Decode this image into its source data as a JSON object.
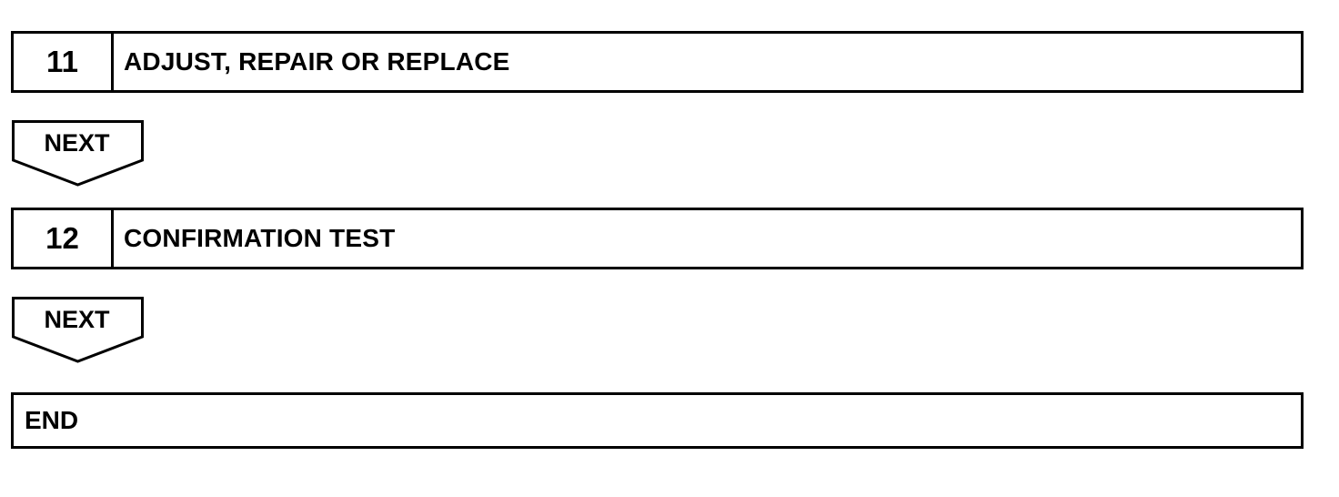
{
  "steps": [
    {
      "number": "11",
      "title": "ADJUST, REPAIR OR REPLACE"
    },
    {
      "number": "12",
      "title": "CONFIRMATION TEST"
    }
  ],
  "next_markers": [
    {
      "label": "NEXT"
    },
    {
      "label": "NEXT"
    }
  ],
  "end": {
    "label": "END"
  },
  "colors": {
    "line": "#000000",
    "background": "#ffffff"
  }
}
